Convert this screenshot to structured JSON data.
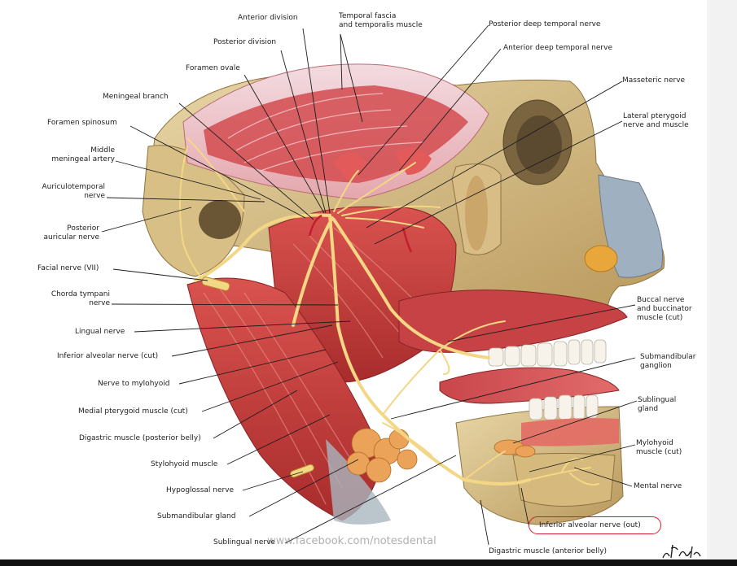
{
  "labels": {
    "anterior_division": "Anterior division",
    "temporal_fascia": "Temporal fascia\nand temporalis muscle",
    "posterior_deep_temporal": "Posterior deep temporal nerve",
    "posterior_division": "Posterior division",
    "anterior_deep_temporal": "Anterior deep temporal nerve",
    "foramen_ovale": "Foramen ovale",
    "masseteric_nerve": "Masseteric nerve",
    "meningeal_branch": "Meningeal branch",
    "lateral_pterygoid": "Lateral pterygoid\nnerve and muscle",
    "foramen_spinosum": "Foramen spinosum",
    "middle_meningeal": "Middle\nmeningeal artery",
    "auriculotemporal": "Auriculotemporal\nnerve",
    "posterior_auricular": "Posterior\nauricular nerve",
    "facial_nerve": "Facial nerve (VII)",
    "chorda_tympani": "Chorda tympani\nnerve",
    "buccal_nerve": "Buccal nerve\nand buccinator\nmuscle (cut)",
    "lingual_nerve": "Lingual nerve",
    "inferior_alveolar_cut_left": "Inferior alveolar nerve (cut)",
    "submandibular_ganglion": "Submandibular\nganglion",
    "nerve_to_mylohyoid": "Nerve to mylohyoid",
    "sublingual_gland": "Sublingual\ngland",
    "medial_pterygoid": "Medial pterygoid muscle (cut)",
    "digastric_posterior": "Digastric muscle (posterior belly)",
    "mylohyoid_muscle": "Mylohyoid\nmuscle (cut)",
    "stylohyoid": "Stylohyoid muscle",
    "mental_nerve": "Mental nerve",
    "hypoglossal": "Hypoglossal nerve",
    "submandibular_gland": "Submandibular gland",
    "inferior_alveolar_cut_right": "Inferior alveolar nerve (out)",
    "sublingual_nerve": "Sublingual nerve",
    "digastric_anterior": "Digastric muscle (anterior belly)"
  },
  "watermark": "www.facebook.com/notesdental",
  "colors": {
    "muscle": "#c93a3a",
    "nerve": "#f2d27a",
    "bone": "#d9c08a",
    "highlight": "#d21f2b"
  }
}
